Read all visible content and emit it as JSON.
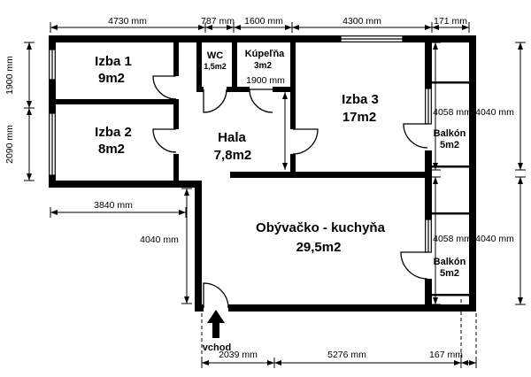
{
  "rooms": {
    "izba1": {
      "name": "Izba 1",
      "area": "9m2"
    },
    "izba2": {
      "name": "Izba 2",
      "area": "8m2"
    },
    "izba3": {
      "name": "Izba 3",
      "area": "17m2"
    },
    "wc": {
      "name": "WC",
      "area": "1,5m2"
    },
    "kupelna": {
      "name": "Kúpeľňa",
      "area": "3m2"
    },
    "hala": {
      "name": "Hala",
      "area": "7,8m2"
    },
    "obyvacka": {
      "name": "Obývačko - kuchyňa",
      "area": "29,5m2"
    },
    "balkon_top": {
      "name": "Balkón",
      "area": "5m2"
    },
    "balkon_bottom": {
      "name": "Balkón",
      "area": "5m2"
    }
  },
  "dims": {
    "top_4730": "4730 mm",
    "top_787": "787 mm",
    "top_1600": "1600 mm",
    "top_4300": "4300 mm",
    "top_171": "171 mm",
    "left_1900": "1900 mm",
    "left_2090": "2090 mm",
    "mid_3840": "3840 mm",
    "mid_4040": "4040 mm",
    "mid_1900": "1900 mm",
    "right_top_4058": "4058 mm",
    "right_top_4040": "4040 mm",
    "right_bottom_4058": "4058 mm",
    "right_bottom_4040": "4040 mm",
    "bottom_2039": "2039 mm",
    "bottom_5276": "5276 mm",
    "bottom_167": "167 mm"
  },
  "entrance": {
    "label": "vchod"
  },
  "colors": {
    "wall": "#000000",
    "background": "#ffffff"
  }
}
